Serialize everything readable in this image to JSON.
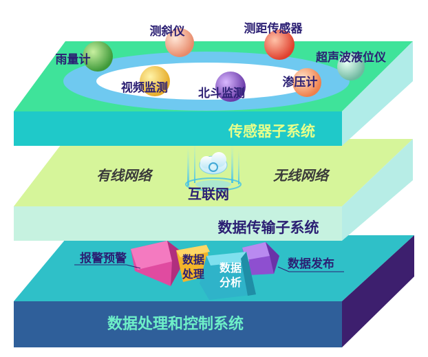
{
  "layers": {
    "sensor": {
      "title": "传感器子系统",
      "title_color": "#e8ff8a"
    },
    "transmission": {
      "title": "数据传输子系统",
      "title_color": "#2b1f73",
      "wired": "有线网络",
      "wireless": "无线网络",
      "internet": "互联网"
    },
    "processing": {
      "title": "数据处理和控制系统",
      "title_color": "#6ef0c8"
    }
  },
  "sensors": [
    {
      "label": "雨量计",
      "color": "#5fb84a",
      "icon": "sphere"
    },
    {
      "label": "测斜仪",
      "color": "#f4a58a",
      "icon": "sphere"
    },
    {
      "label": "测距传感器",
      "color": "#f25a45",
      "icon": "sphere"
    },
    {
      "label": "超声波液位仪",
      "color": "#7fc7b0",
      "icon": "sphere"
    },
    {
      "label": "视频监测",
      "color": "#f3c64c",
      "icon": "sphere"
    },
    {
      "label": "北斗监测",
      "color": "#8a5cc4",
      "icon": "sphere"
    },
    {
      "label": "渗压计",
      "color": "#f79a6a",
      "icon": "sphere"
    }
  ],
  "modules": {
    "alarm": {
      "label": "报警预警",
      "color": "#e04ba0"
    },
    "handle": {
      "line1": "数据",
      "line2": "处理",
      "color": "#f3b52a"
    },
    "analyze": {
      "line1": "数据",
      "line2": "分析",
      "color": "#2fb3c9"
    },
    "publish": {
      "label": "数据发布",
      "color": "#8e4fd0"
    }
  },
  "colors": {
    "sensor_top": "#3fe39a",
    "sensor_front": "#1fc9c9",
    "sensor_side": "#b0ece8",
    "ring": "#6fc9f0",
    "trans_top": "#d6f59a",
    "trans_front": "#c6f2e0",
    "trans_side": "#b7ede6",
    "proc_top": "#2fc0c8",
    "proc_front": "#2f5f9a",
    "proc_side": "#3d1f6e"
  }
}
